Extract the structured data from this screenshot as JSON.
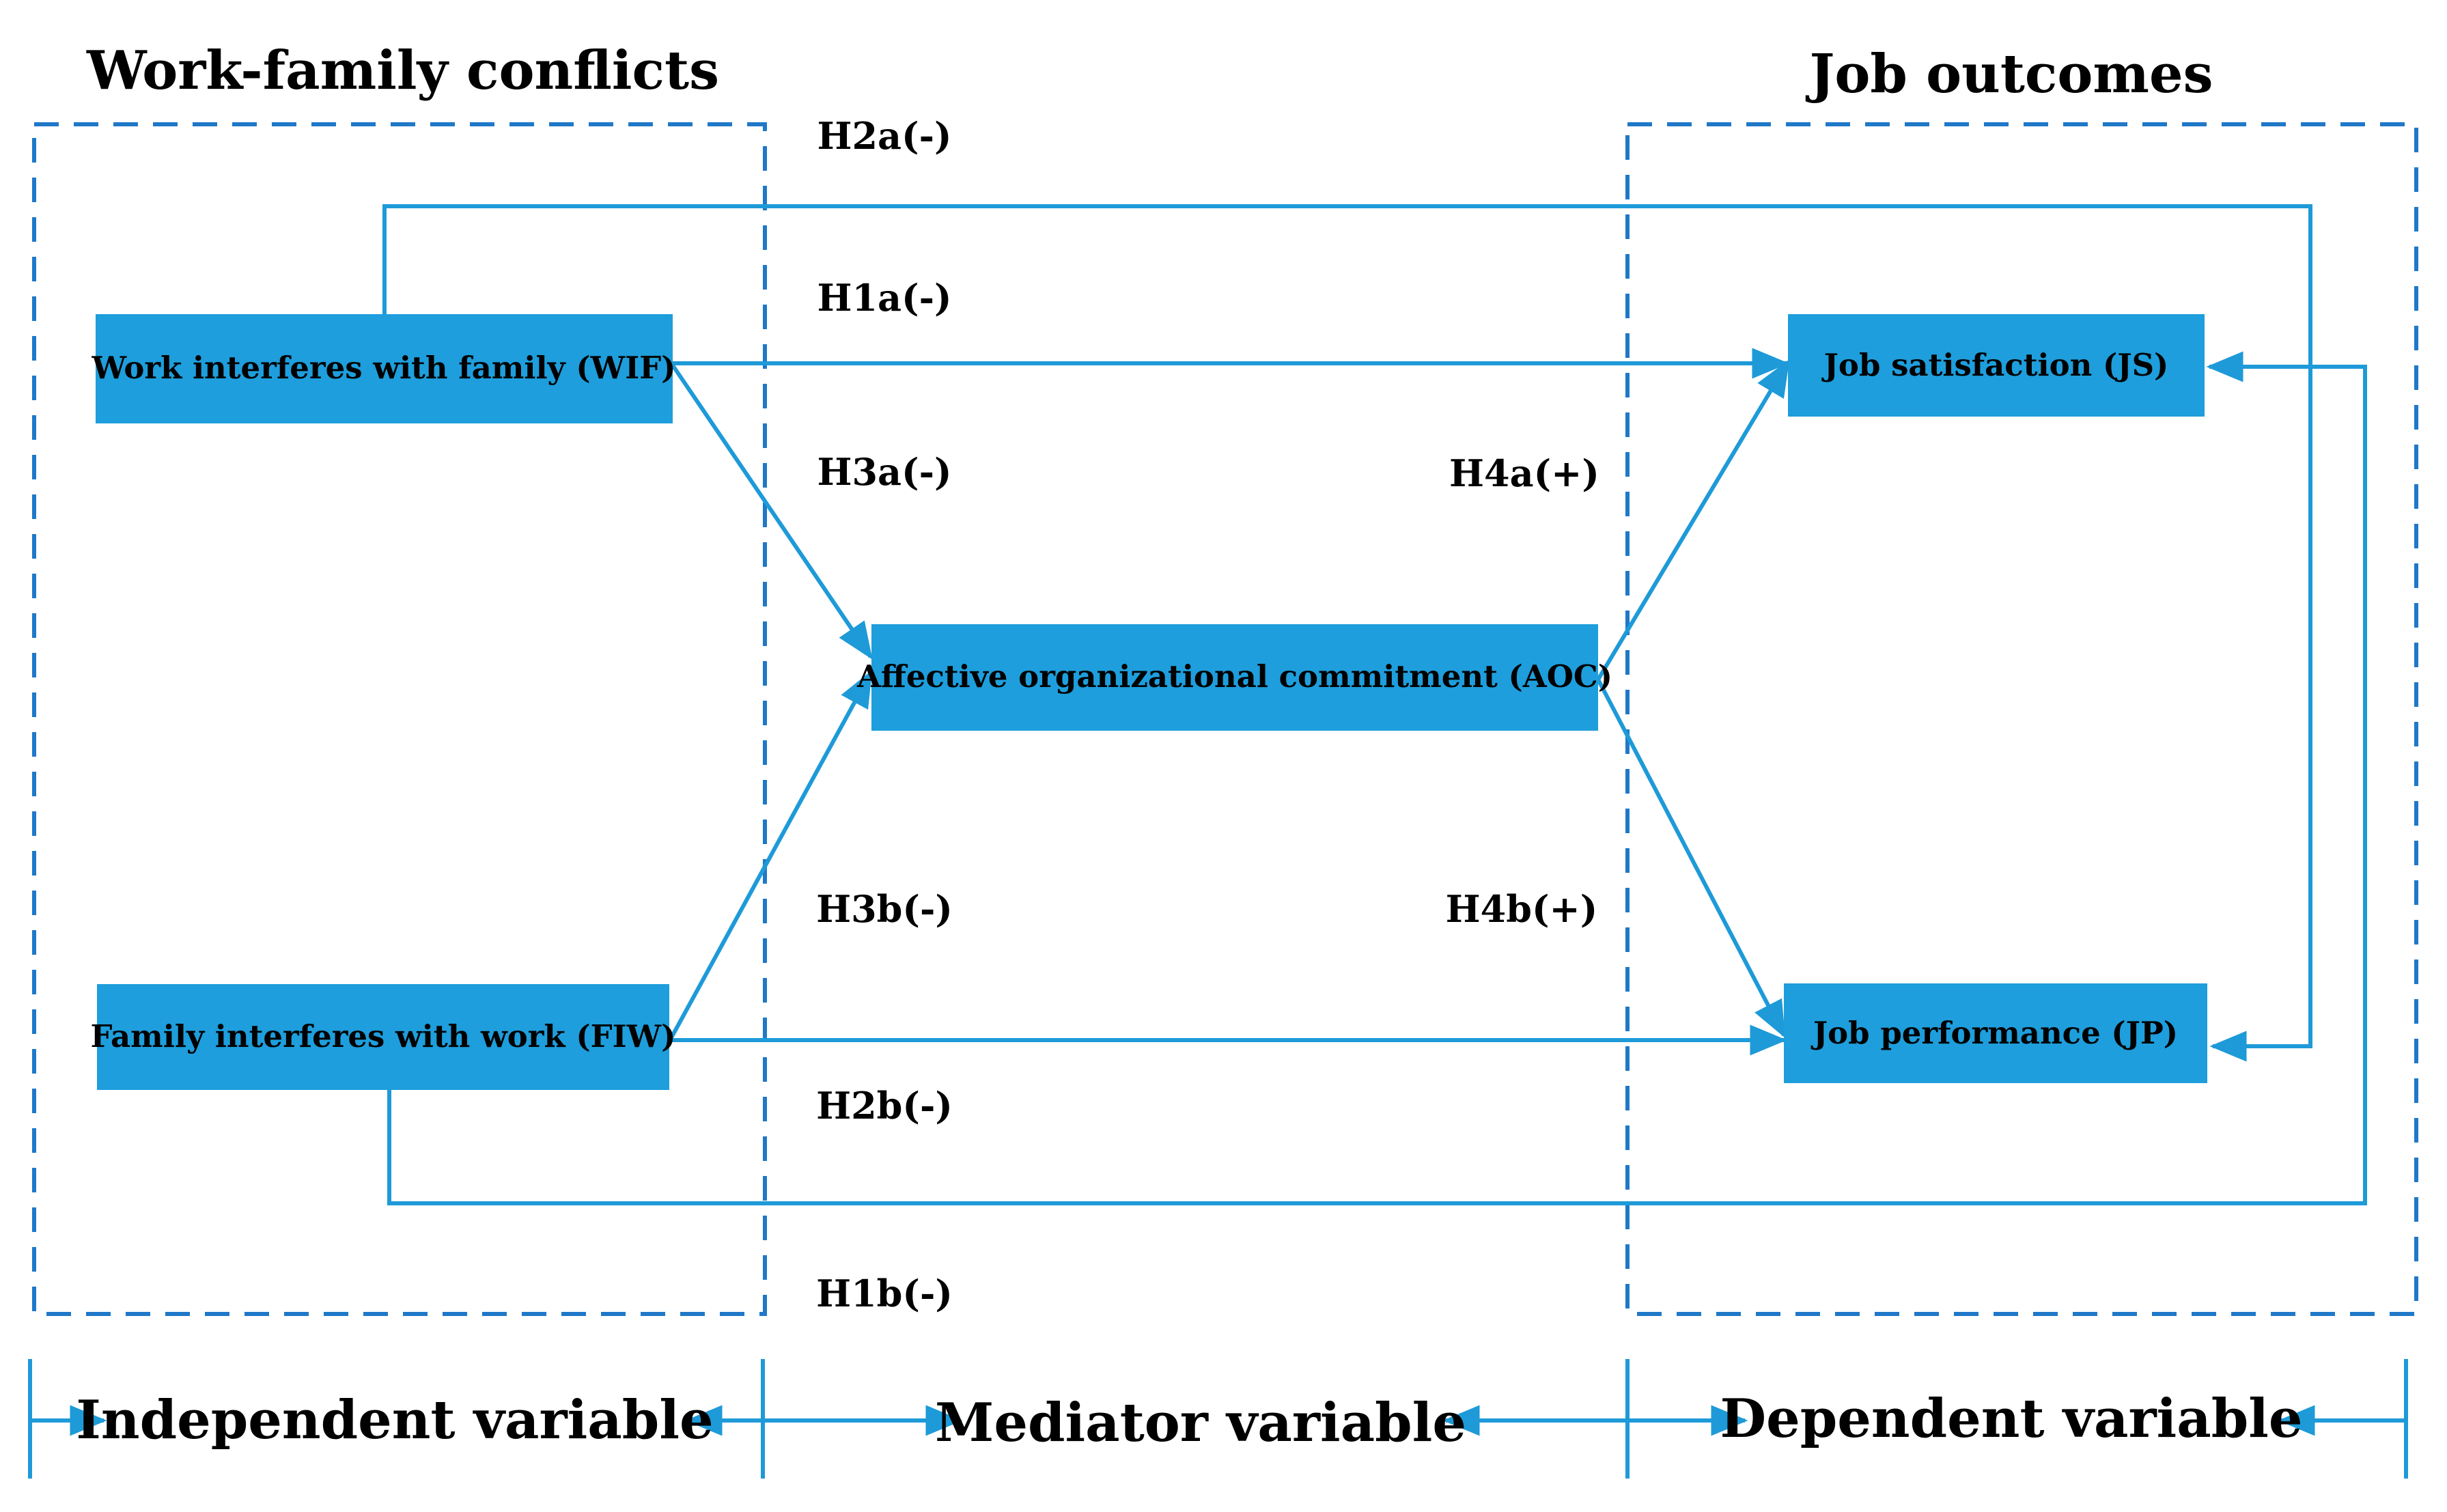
{
  "titles": {
    "left": "Work-family conflicts",
    "right": "Job outcomes"
  },
  "boxes": {
    "wif": "Work interferes with family (WIF)",
    "fiw": "Family interferes with work (FIW)",
    "aoc": "Affective organizational commitment (AOC)",
    "js": "Job satisfaction (JS)",
    "jp": "Job performance (JP)"
  },
  "hypotheses": {
    "h2a": "H2a(-)",
    "h1a": "H1a(-)",
    "h3a": "H3a(-)",
    "h4a": "H4a(+)",
    "h3b": "H3b(-)",
    "h4b": "H4b(+)",
    "h2b": "H2b(-)",
    "h1b": "H1b(-)"
  },
  "bottom_labels": {
    "independent": "Independent variable",
    "mediator": "Mediator variable",
    "dependent": "Dependent variable"
  },
  "colors": {
    "box_fill": "#1e9edc",
    "line": "#1e9ad8",
    "dashed_border": "#1f78c8"
  }
}
